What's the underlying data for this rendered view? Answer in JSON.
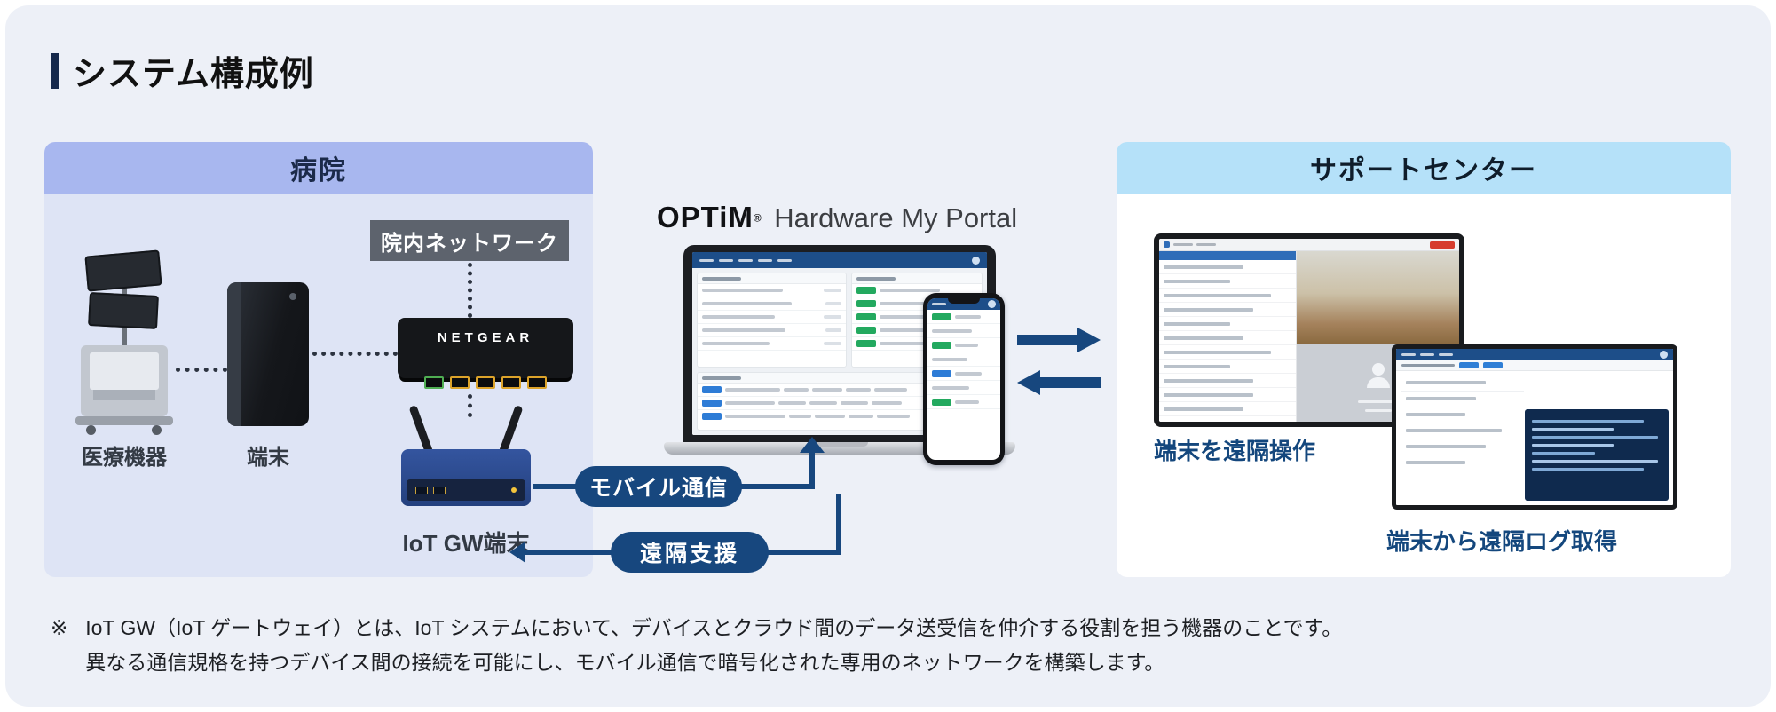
{
  "page": {
    "title": "システム構成例"
  },
  "hospital": {
    "title": "病院",
    "network_label": "院内ネットワーク",
    "medical_device_label": "医療機器",
    "terminal_label": "端末",
    "iot_gw_label": "IoT GW端末",
    "switch_brand": "NETGEAR"
  },
  "portal": {
    "brand": "OPTiM",
    "trademark": "®",
    "product_name": "Hardware My Portal"
  },
  "flows": {
    "mobile_label": "モバイル通信",
    "remote_label": "遠隔支援"
  },
  "support": {
    "title": "サポートセンター",
    "remote_control_caption": "端末を遠隔操作",
    "remote_log_caption": "端末から遠隔ログ取得"
  },
  "footnote": {
    "marker": "※",
    "line1": "IoT GW（IoT ゲートウェイ）とは、IoT システムにおいて、デバイスとクラウド間のデータ送受信を仲介する役割を担う機器のことです。",
    "line2": "異なる通信規格を持つデバイス間の接続を可能にし、モバイル通信で暗号化された専用のネットワークを構築します。"
  },
  "colors": {
    "accent_navy": "#17477e",
    "hospital_header": "#a8b7ef",
    "hospital_body": "#dee4f5",
    "support_header": "#b5e1f9",
    "label_box_gray": "#5d636d",
    "badge_green": "#23a95f",
    "badge_blue": "#2e7cd6",
    "background": "#edf0f7"
  }
}
